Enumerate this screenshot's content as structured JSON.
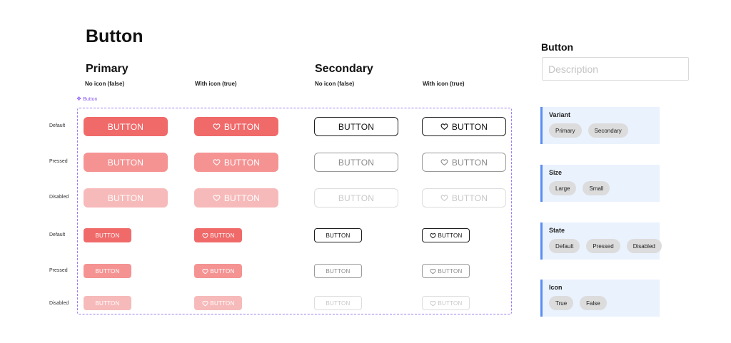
{
  "page": {
    "title": "Button"
  },
  "groups": {
    "primary": {
      "title": "Primary"
    },
    "secondary": {
      "title": "Secondary"
    }
  },
  "columns": {
    "primary_no_icon": "No icon (false)",
    "primary_with_icon": "With icon (true)",
    "secondary_no_icon": "No icon (false)",
    "secondary_with_icon": "With icon (true)"
  },
  "rows": {
    "large_default": "Default",
    "large_pressed": "Pressed",
    "large_disabled": "Disabled",
    "small_default": "Default",
    "small_pressed": "Pressed",
    "small_disabled": "Disabled"
  },
  "frame": {
    "label": "Button"
  },
  "button": {
    "label": "BUTTON",
    "icon": "heart-icon"
  },
  "colors": {
    "primary_default": "#f06a6a",
    "primary_pressed": "#f59393",
    "primary_disabled": "#f7baba",
    "secondary_border": "#1e1e1e",
    "frame_border": "#9b7cf0",
    "prop_accent": "#5b8def",
    "prop_bg": "#eaf2fe"
  },
  "panel": {
    "title": "Button",
    "description_placeholder": "Description",
    "description_value": "",
    "properties": [
      {
        "name": "Variant",
        "options": [
          "Primary",
          "Secondary"
        ]
      },
      {
        "name": "Size",
        "options": [
          "Large",
          "Small"
        ]
      },
      {
        "name": "State",
        "options": [
          "Default",
          "Pressed",
          "Disabled"
        ]
      },
      {
        "name": "Icon",
        "options": [
          "True",
          "False"
        ]
      }
    ]
  }
}
